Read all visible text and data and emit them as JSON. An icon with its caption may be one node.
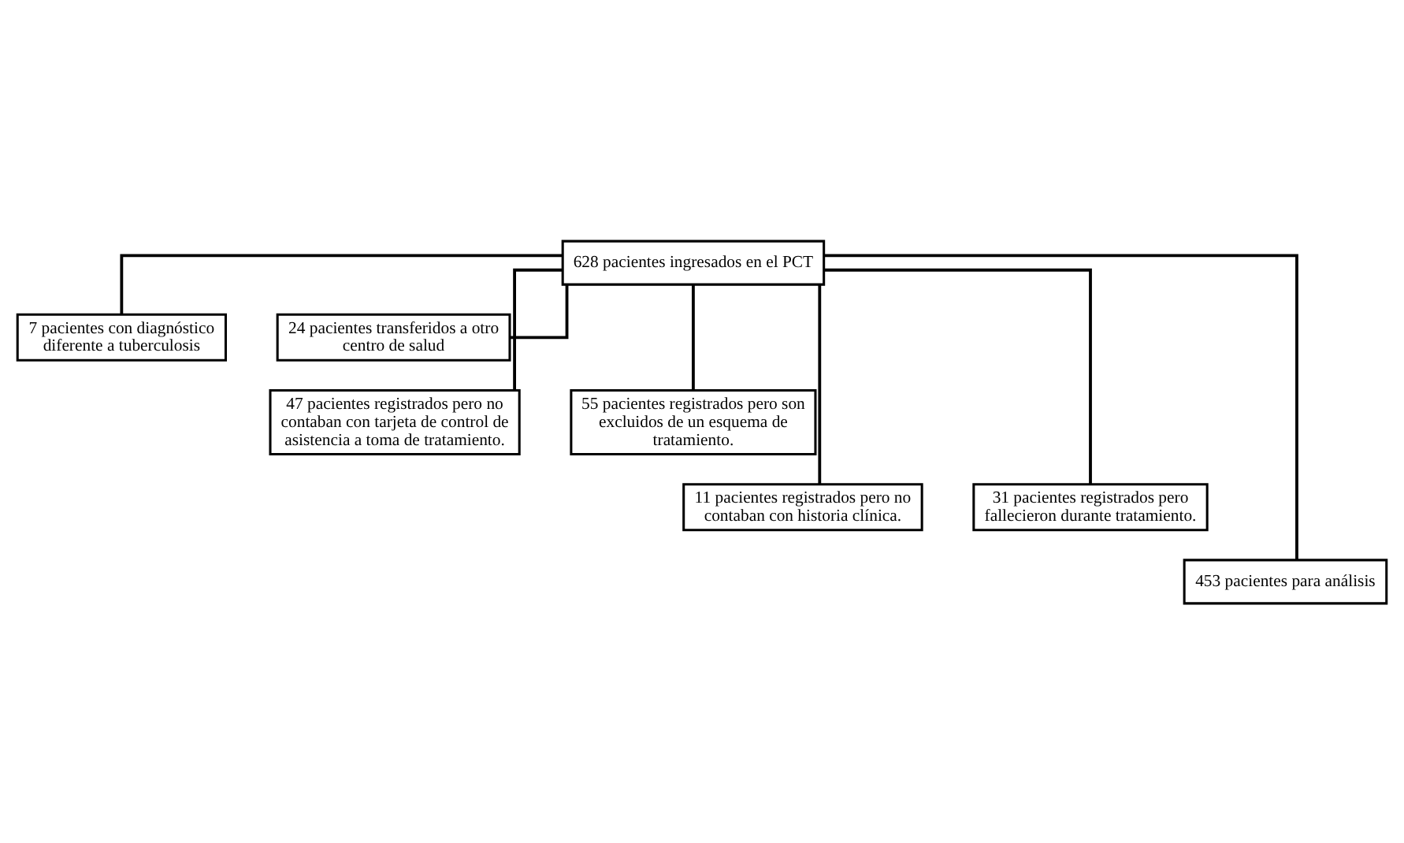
{
  "diagram": {
    "nodes": [
      {
        "text": [
          "628 pacientes ingresados en el PCT"
        ]
      },
      {
        "text": [
          "7 pacientes con diagnóstico diferente a tuberculosis"
        ]
      },
      {
        "text": [
          "24 pacientes transferidos a otro centro de salud"
        ]
      },
      {
        "text": [
          "47 pacientes registrados pero no contaban con tarjeta de control de asistencia a toma de tratamiento."
        ]
      },
      {
        "text": [
          "55 pacientes registrados pero son excluidos de un esquema de tratamiento."
        ]
      },
      {
        "text": [
          "11 pacientes registrados pero no contaban con historia clínica."
        ]
      },
      {
        "text": [
          "31 pacientes registrados pero fallecieron durante tratamiento."
        ]
      },
      {
        "text": [
          "453 pacientes para análisis"
        ]
      }
    ],
    "edges": [
      {
        "from": 0,
        "to": 1,
        "arrow": "none"
      },
      {
        "from": 0,
        "to": 2,
        "arrow": "none"
      },
      {
        "from": 0,
        "to": 3,
        "arrow": "none"
      },
      {
        "from": 0,
        "to": 4,
        "arrow": "none"
      },
      {
        "from": 0,
        "to": 5,
        "arrow": "none"
      },
      {
        "from": 0,
        "to": 6,
        "arrow": "none"
      },
      {
        "from": 0,
        "to": 7,
        "arrow": "none"
      }
    ]
  }
}
